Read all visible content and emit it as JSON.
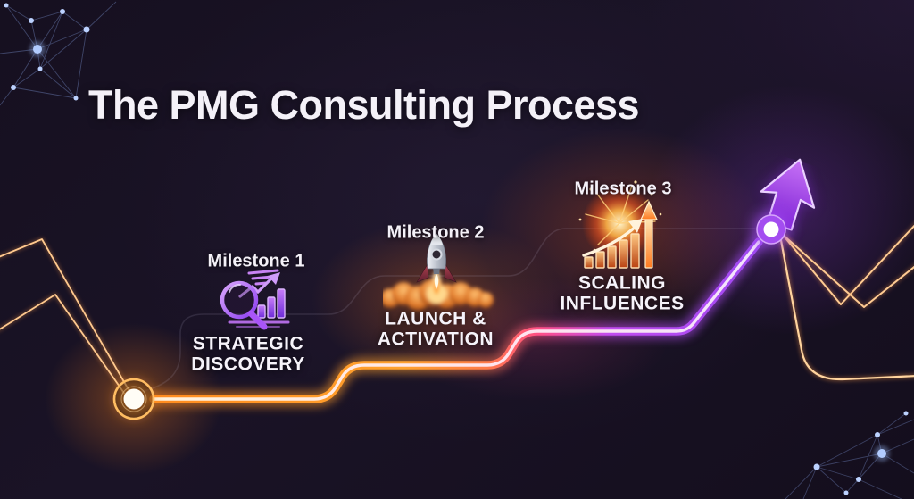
{
  "title": "The PMG Consulting Process",
  "milestones": [
    {
      "label": "Milestone 1",
      "name_line1": "STRATEGIC",
      "name_line2": "DISCOVERY",
      "icon": "magnifier-analytics-icon"
    },
    {
      "label": "Milestone 2",
      "name_line1": "LAUNCH &",
      "name_line2": "ACTIVATION",
      "icon": "rocket-launch-icon"
    },
    {
      "label": "Milestone 3",
      "name_line1": "SCALING",
      "name_line2": "INFLUENCES",
      "icon": "explosive-growth-chart-icon"
    }
  ],
  "colors": {
    "background": "#171120",
    "text": "#f4f1f8",
    "path_orange": "#ff9429",
    "path_pink": "#ff4f86",
    "path_purple": "#a34df0",
    "constellation": "#aac4f5"
  }
}
